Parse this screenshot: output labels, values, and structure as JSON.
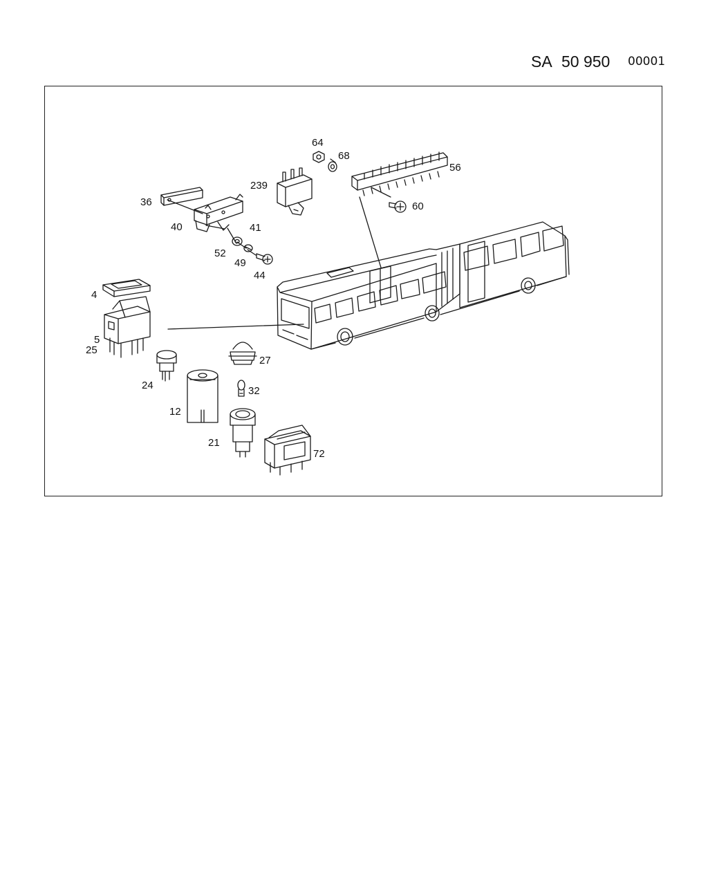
{
  "header": {
    "prefix": "SA",
    "number": "50 950",
    "code": "00001"
  },
  "callouts": {
    "c4": "4",
    "c5": "5",
    "c12": "12",
    "c21": "21",
    "c24": "24",
    "c25": "25",
    "c27": "27",
    "c32": "32",
    "c36": "36",
    "c40": "40",
    "c41": "41",
    "c44": "44",
    "c49": "49",
    "c52": "52",
    "c56": "56",
    "c60": "60",
    "c64": "64",
    "c68": "68",
    "c72": "72",
    "c239": "239"
  }
}
